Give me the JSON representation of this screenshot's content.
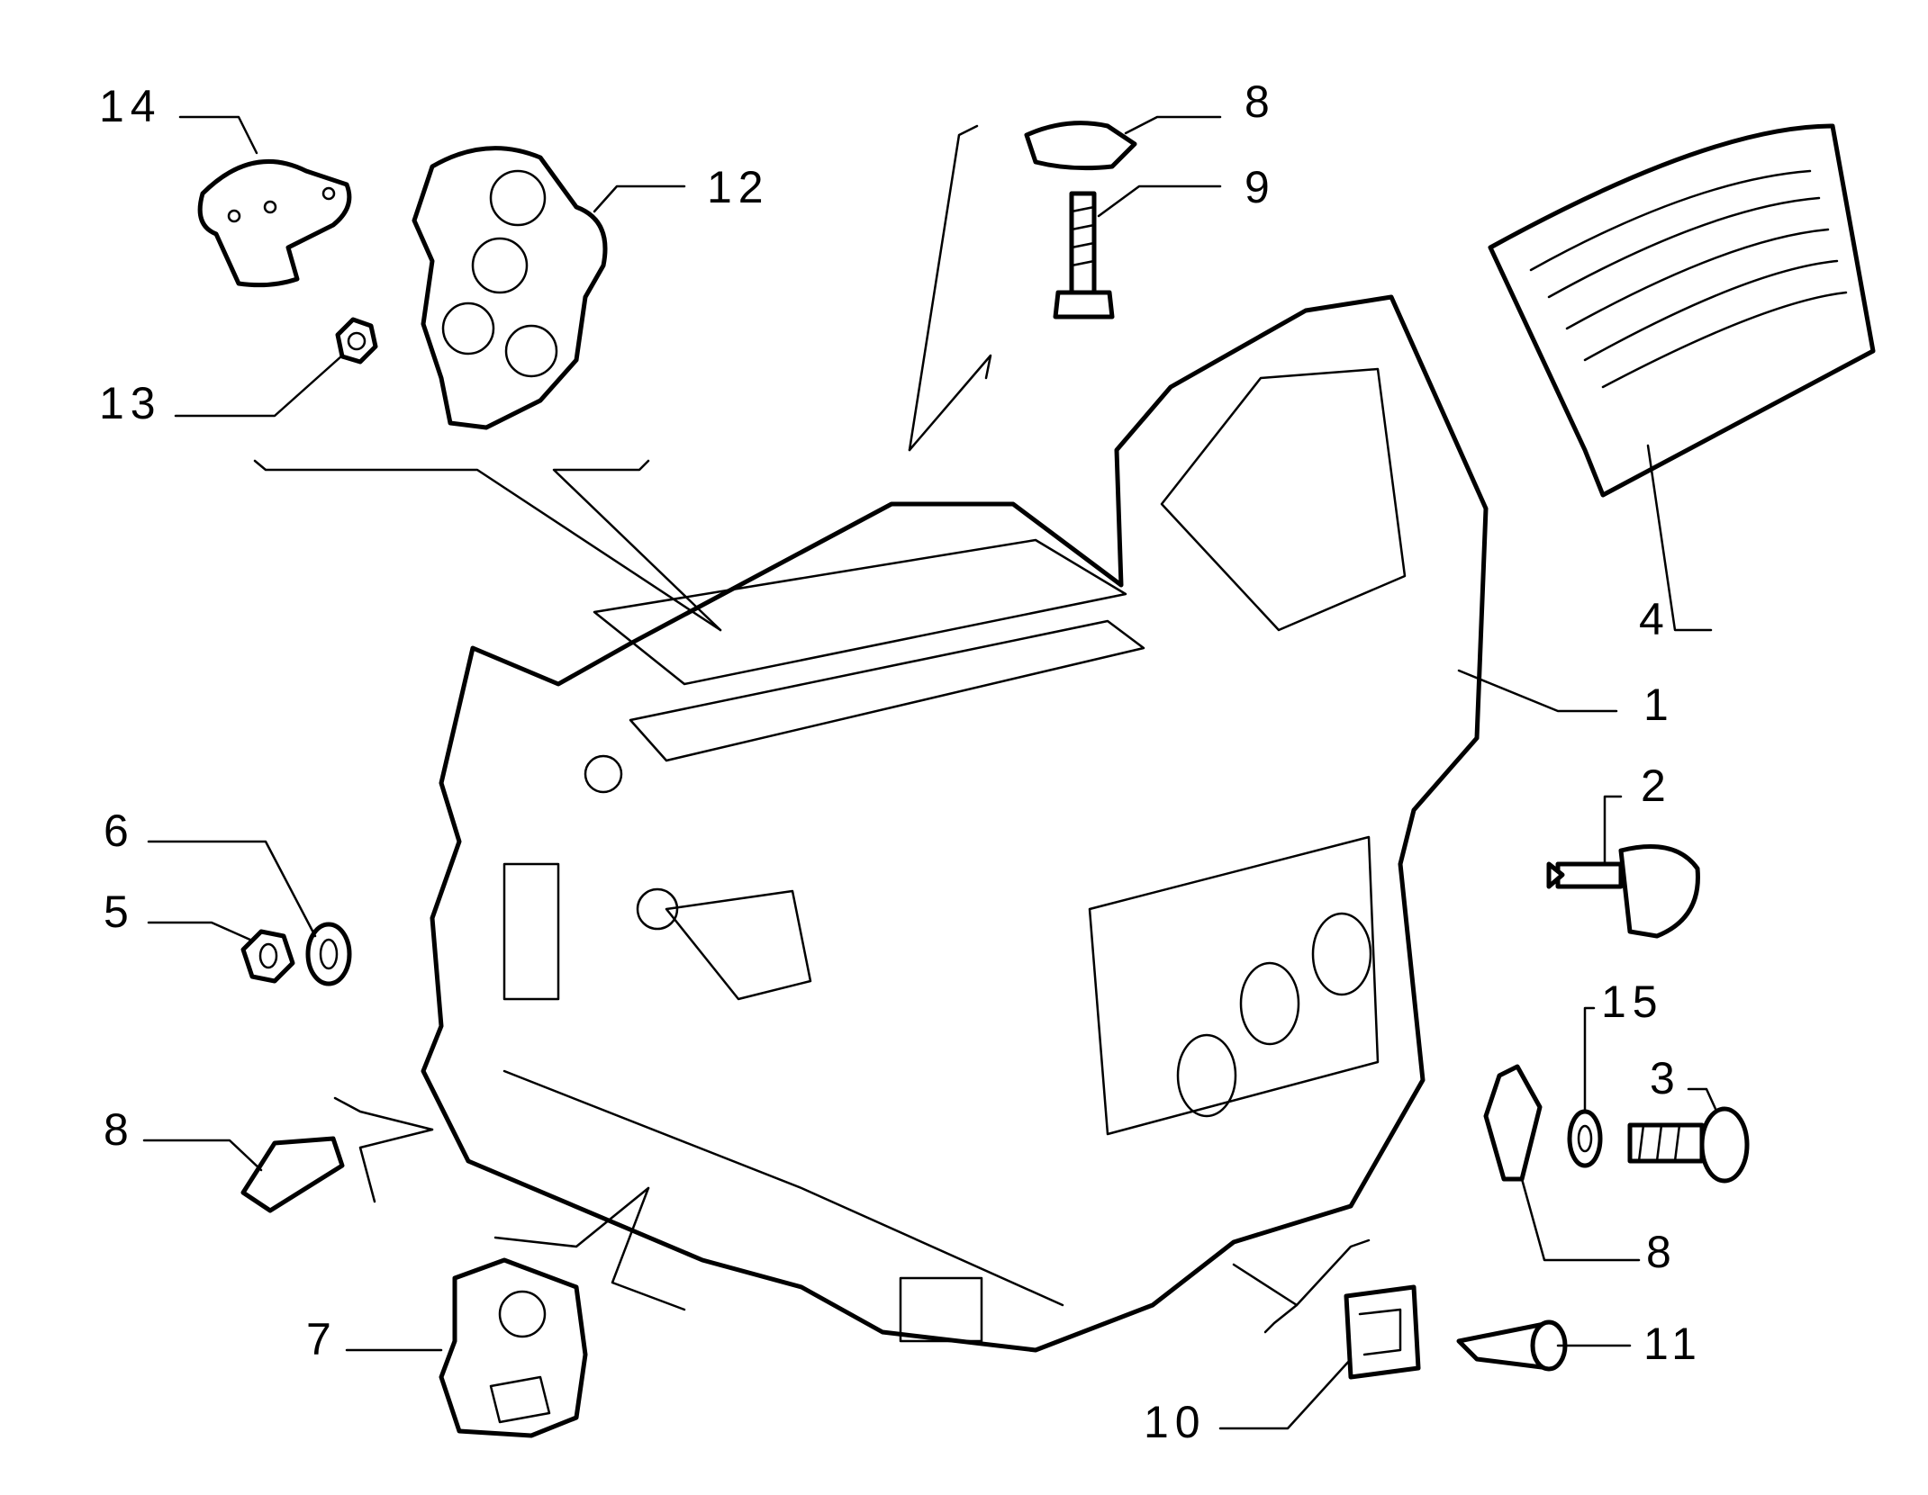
{
  "diagram": {
    "callouts": [
      {
        "id": "c1",
        "label": "1"
      },
      {
        "id": "c2",
        "label": "2"
      },
      {
        "id": "c3",
        "label": "3"
      },
      {
        "id": "c4",
        "label": "4"
      },
      {
        "id": "c5",
        "label": "5"
      },
      {
        "id": "c6",
        "label": "6"
      },
      {
        "id": "c7",
        "label": "7"
      },
      {
        "id": "c8a",
        "label": "8"
      },
      {
        "id": "c8b",
        "label": "8"
      },
      {
        "id": "c8c",
        "label": "8"
      },
      {
        "id": "c9",
        "label": "9"
      },
      {
        "id": "c10",
        "label": "10"
      },
      {
        "id": "c11",
        "label": "11"
      },
      {
        "id": "c12",
        "label": "12"
      },
      {
        "id": "c13",
        "label": "13"
      },
      {
        "id": "c14",
        "label": "14"
      },
      {
        "id": "c15",
        "label": "15"
      }
    ],
    "colors": {
      "line": "#000000",
      "background": "#ffffff"
    }
  }
}
